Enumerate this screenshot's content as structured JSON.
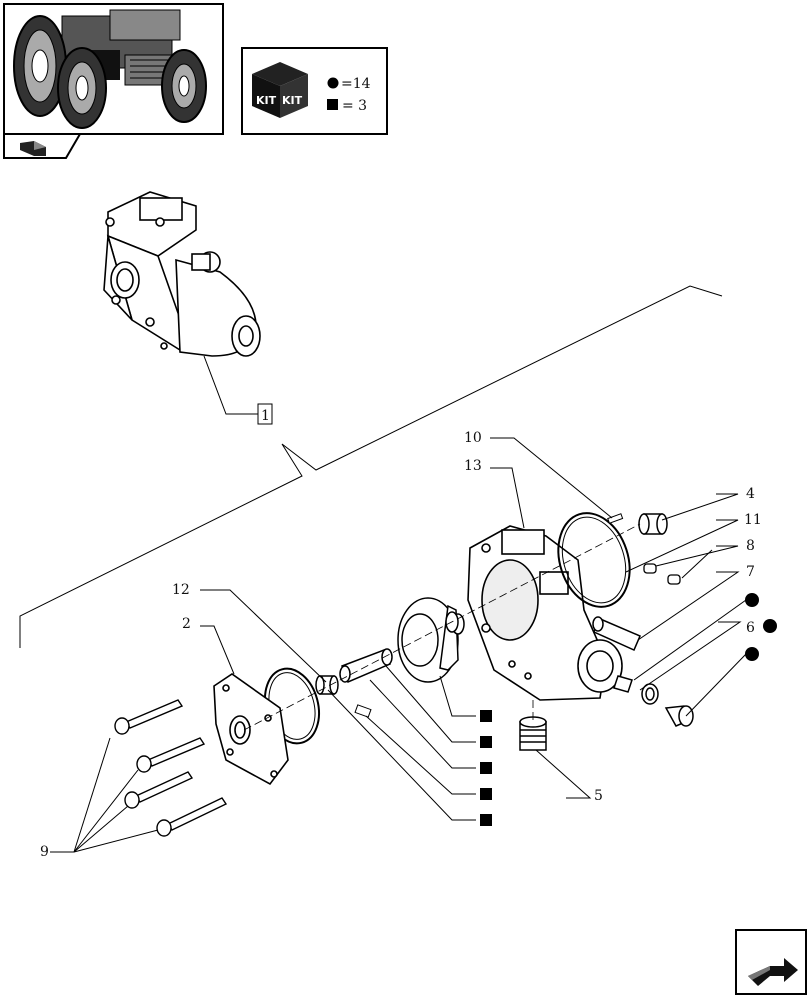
{
  "kit_box": {
    "kit_word": "KIT",
    "circle_legend": "=14",
    "square_legend": "= 3"
  },
  "reference_box_label": "1",
  "callouts": {
    "c1": "1",
    "c2": "2",
    "c4": "4",
    "c5": "5",
    "c6": "6",
    "c7": "7",
    "c8": "8",
    "c9": "9",
    "c10": "10",
    "c11": "11",
    "c12": "12",
    "c13": "13"
  },
  "icons": {
    "thumbnail": "tractor-thumbnail-icon",
    "section": "section-arrow-icon",
    "kit": "kit-box-icon",
    "next": "next-page-arrow-icon"
  }
}
